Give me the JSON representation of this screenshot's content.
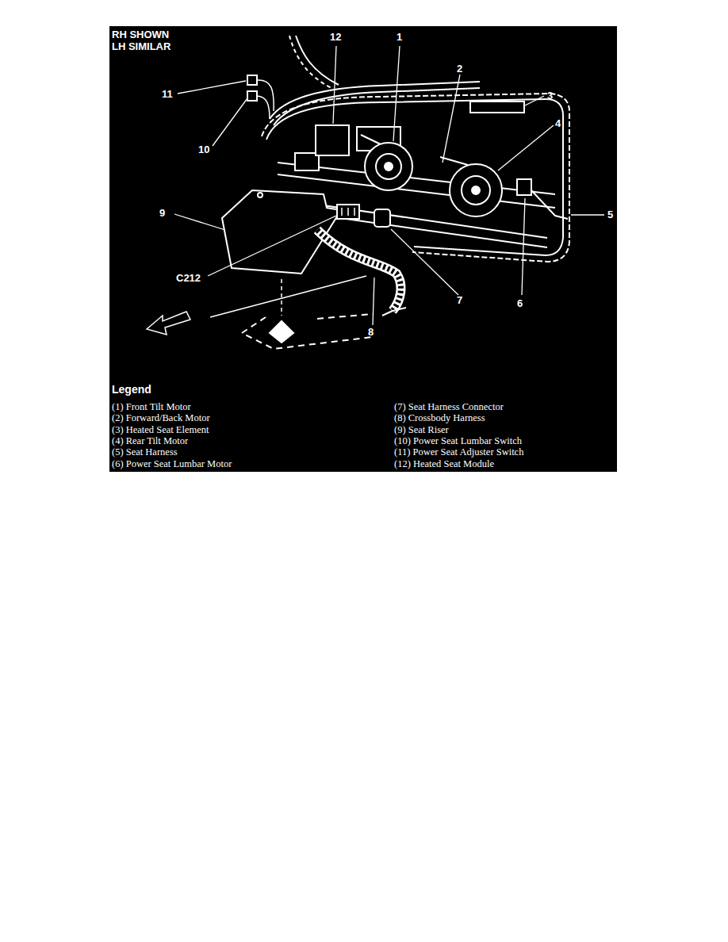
{
  "diagram": {
    "labels": [
      "RH SHOWN LH SIMILAR",
      "12",
      "1",
      "2",
      "3",
      "4",
      "5",
      "6",
      "7",
      "8",
      "9",
      "10",
      "11",
      "C212",
      "Legend"
    ],
    "legend": [
      {
        "text": "(1) Front Tilt Motor"
      },
      {
        "text": "(2) Forward/Back Motor"
      },
      {
        "text": "(3) Heated Seat Element"
      },
      {
        "text": "(4) Rear Tilt Motor"
      },
      {
        "text": "(5) Seat Harness"
      },
      {
        "text": "(6) Power Seat Lumbar Motor"
      },
      {
        "text": "(7) Seat Harness Connector"
      },
      {
        "text": "(8) Crossbody Harness"
      },
      {
        "text": "(9) Seat Riser"
      },
      {
        "text": "(10) Power Seat Lumbar Switch"
      },
      {
        "text": "(11) Power Seat Adjuster Switch"
      },
      {
        "text": "(12) Heated Seat Module"
      }
    ]
  }
}
